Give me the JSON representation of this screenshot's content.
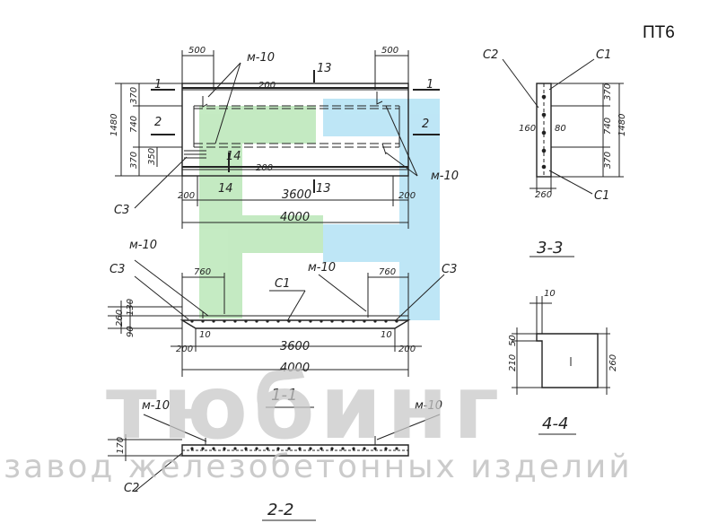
{
  "product_code": "ПТ6",
  "watermark": {
    "brand": "тюбинг",
    "subtitle": "завод железобетонных изделий"
  },
  "plan_view": {
    "total_length": "4000",
    "span": "3600",
    "edge": "200",
    "top_offset": "500",
    "height": "1480",
    "rows": [
      "370",
      "740",
      "370"
    ],
    "inner": "350",
    "inner2": "200",
    "labels": {
      "loop": "м-10",
      "rebar_13": "13",
      "rebar_14": "14",
      "cut_1": "1",
      "cut_2": "2",
      "c3": "С3"
    }
  },
  "section_3_3": {
    "title": "3-3",
    "labels": [
      "С2",
      "С1",
      "С1"
    ],
    "dims": [
      "370",
      "740",
      "370",
      "1480",
      "160",
      "80",
      "260"
    ]
  },
  "section_1_1": {
    "title": "1-1",
    "labels": [
      "м-10",
      "С3",
      "С1",
      "м-10",
      "С3"
    ],
    "dims": [
      "760",
      "760",
      "260",
      "130",
      "90",
      "10",
      "10",
      "200",
      "3600",
      "200",
      "4000"
    ]
  },
  "section_4_4": {
    "title": "4-4",
    "dims": [
      "10",
      "50",
      "210",
      "260"
    ]
  },
  "section_2_2": {
    "title": "2-2",
    "labels": [
      "м-10",
      "м-10",
      "С2"
    ],
    "dims": [
      "170"
    ]
  },
  "colors": {
    "line": "#222222",
    "wm_green": "#b6e6b4",
    "wm_blue": "#aee1f4",
    "wm_gray": "#c8c8c8"
  }
}
